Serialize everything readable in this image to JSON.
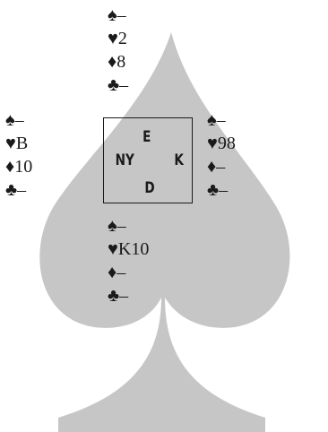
{
  "colors": {
    "background": "#ffffff",
    "spade_watermark": "#c6c6c6",
    "ink": "#1a1a1a"
  },
  "icons": {
    "watermark": "spade-watermark-icon",
    "spade": "spade-suit-icon",
    "heart": "heart-suit-icon",
    "diamond": "diamond-suit-icon",
    "club": "club-suit-icon"
  },
  "compass": {
    "north": "E",
    "west": "NY",
    "east": "K",
    "south": "D"
  },
  "hands": {
    "north": {
      "spades": "–",
      "hearts": "2",
      "diamonds": "8",
      "clubs": "–"
    },
    "west": {
      "spades": "–",
      "hearts": "B",
      "diamonds": "10",
      "clubs": "–"
    },
    "east": {
      "spades": "–",
      "hearts": "98",
      "diamonds": "–",
      "clubs": "–"
    },
    "south": {
      "spades": "–",
      "hearts": "K10",
      "diamonds": "–",
      "clubs": "–"
    }
  }
}
